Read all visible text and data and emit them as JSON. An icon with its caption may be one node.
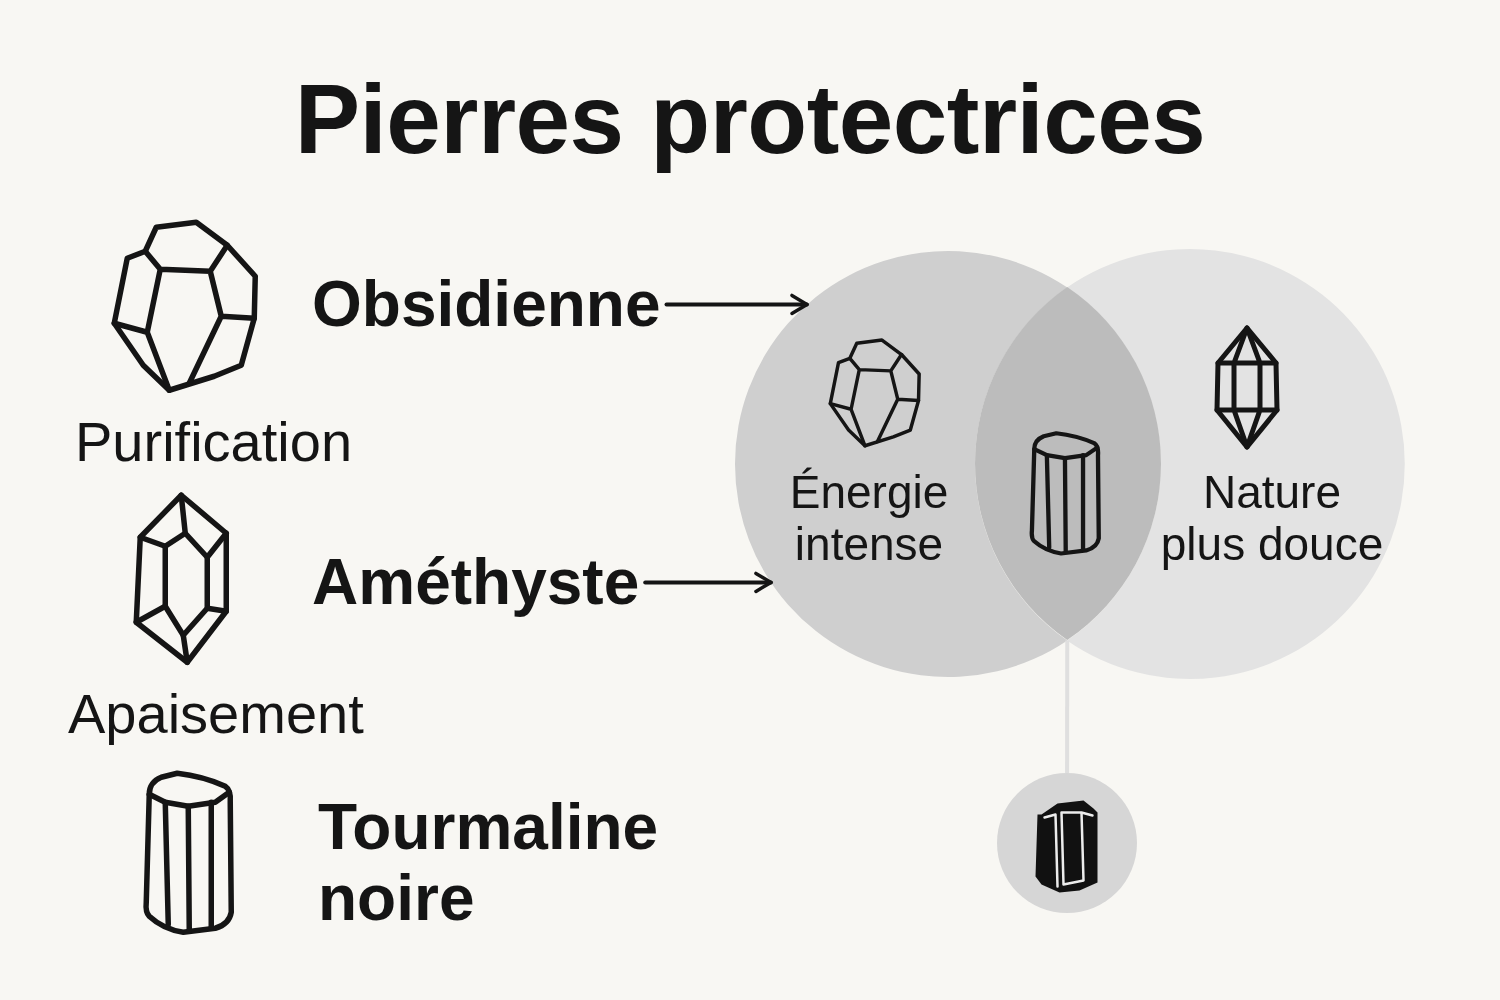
{
  "diagram": {
    "title": "Pierres protectrices",
    "nodes": [
      {
        "text": [
          "Obsidienne"
        ]
      },
      {
        "text": [
          "Améthyste"
        ]
      },
      {
        "text": [
          "Énergie intense"
        ]
      },
      {
        "text": [
          "Nature plus douce"
        ]
      },
      {
        "text": [],
        "shape": "lens"
      },
      {
        "text": [],
        "shape": "circle"
      }
    ],
    "edges": [
      {
        "from": 0,
        "to": 2,
        "arrow": "to"
      },
      {
        "from": 1,
        "to": 2,
        "arrow": "to"
      },
      {
        "from": 4,
        "to": 5,
        "arrow": "none",
        "color": "#dfdfdf"
      }
    ],
    "labels": [
      "Purification",
      "Apaisement",
      "Tourmaline noire"
    ]
  }
}
